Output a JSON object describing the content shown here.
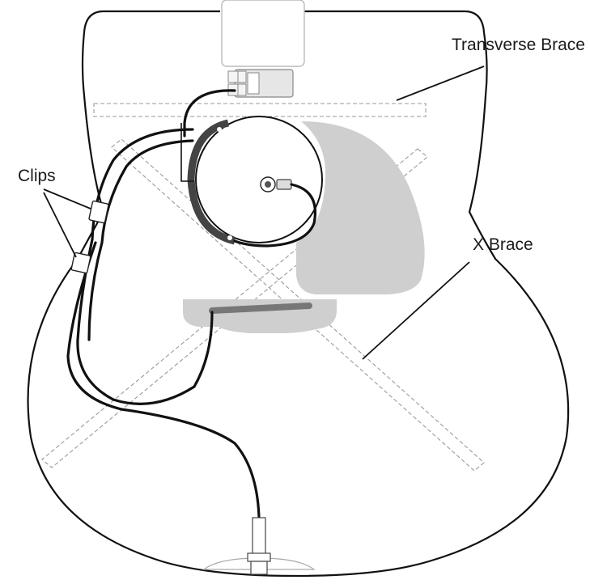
{
  "labels": {
    "transverse_brace": "Transverse Brace",
    "x_brace": "X Brace",
    "clips": "Clips"
  },
  "colors": {
    "outline": "#111111",
    "brace_dash": "#9a9a9a",
    "pickguard_grey": "#cfcfcf",
    "bridge_grey": "#cfcfcf",
    "saddle_pickup": "#777777"
  }
}
